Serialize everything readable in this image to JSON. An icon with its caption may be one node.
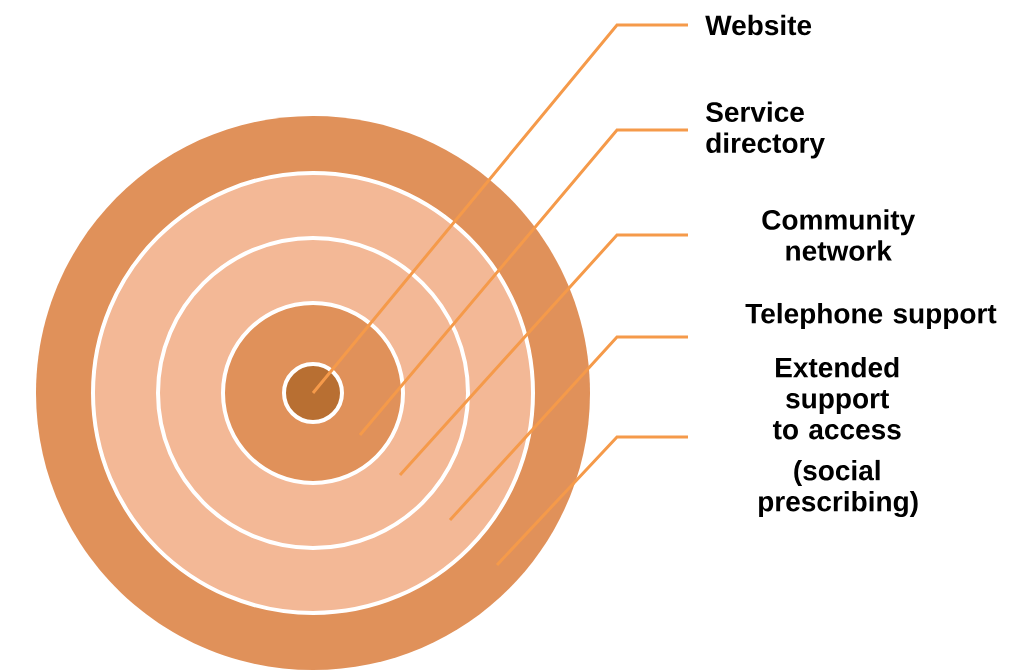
{
  "diagram": {
    "nodes": [
      {
        "text": [],
        "shape": "circle"
      },
      {
        "text": [],
        "shape": "circle",
        "in": 0
      },
      {
        "text": [],
        "shape": "circle",
        "in": 1
      },
      {
        "text": [],
        "shape": "circle",
        "in": 2
      },
      {
        "text": [],
        "shape": "circle",
        "in": 3
      },
      {
        "text": [
          "Website"
        ]
      },
      {
        "text": [
          "Service directory"
        ]
      },
      {
        "text": [
          "Community network"
        ]
      },
      {
        "text": [
          "Telephone support"
        ]
      },
      {
        "text": [
          "Extended support to access",
          "(social prescribing)"
        ]
      }
    ],
    "edges": [
      {
        "from": 5,
        "to": 4,
        "arrow": "none"
      },
      {
        "from": 6,
        "to": 3,
        "arrow": "none"
      },
      {
        "from": 7,
        "to": 2,
        "arrow": "none"
      },
      {
        "from": 8,
        "to": 1,
        "arrow": "none"
      },
      {
        "from": 9,
        "to": 0,
        "arrow": "none"
      }
    ]
  }
}
